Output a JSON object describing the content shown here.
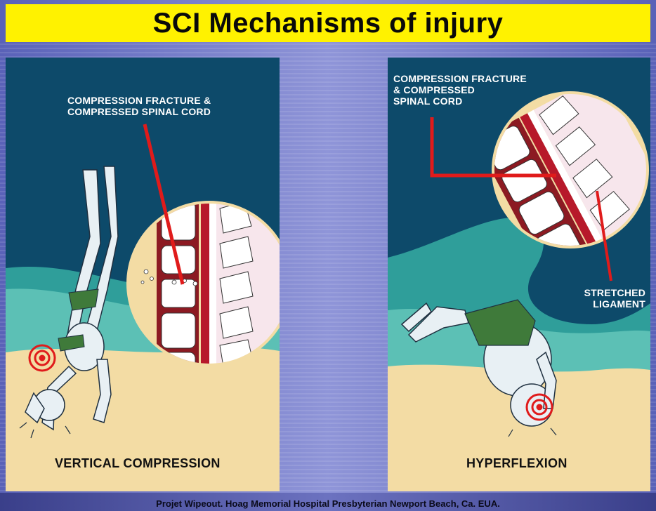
{
  "title": "SCI Mechanisms of injury",
  "left_panel": {
    "callout": "COMPRESSION FRACTURE & COMPRESSED SPINAL CORD",
    "caption": "VERTICAL COMPRESSION"
  },
  "right_panel": {
    "callout_line1": "COMPRESSION FRACTURE",
    "callout_line2": "& COMPRESSED",
    "callout_line3": "SPINAL CORD",
    "ligament_line1": "STRETCHED",
    "ligament_line2": "LIGAMENT",
    "caption": "HYPERFLEXION"
  },
  "footer": "Projet Wipeout. Hoag Memorial Hospital Presbyterian Newport Beach, Ca. EUA.",
  "colors": {
    "title_bg": "#fff200",
    "panel_bg": "#0d4a6a",
    "water": "#2f9e9a",
    "sand": "#f3dca4",
    "callout_line": "#e01b1b",
    "spine_red": "#8c1a22"
  }
}
